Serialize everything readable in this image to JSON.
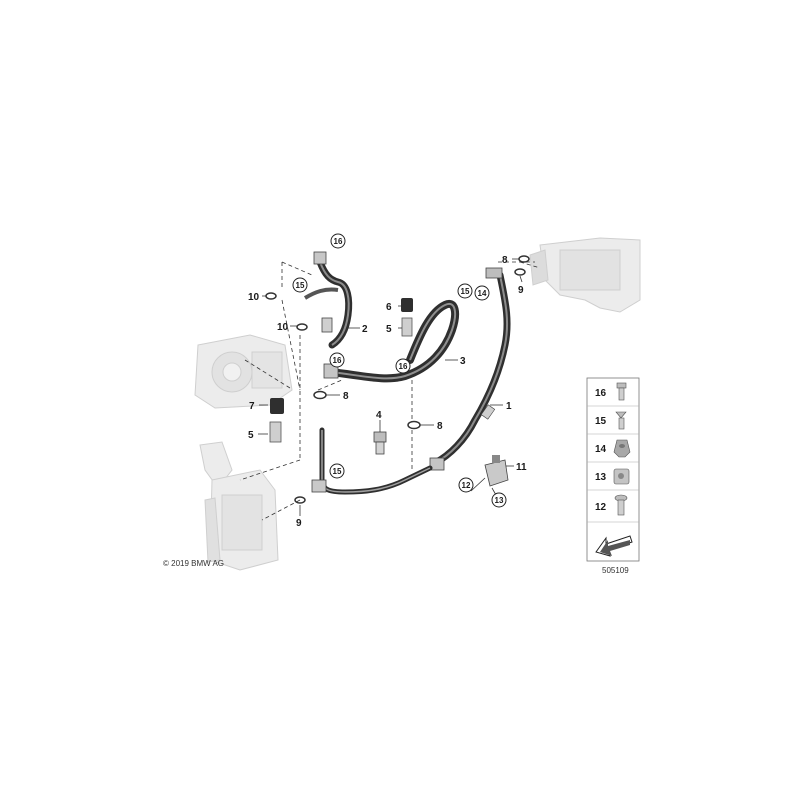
{
  "callouts": {
    "c1": "1",
    "c2": "2",
    "c3": "3",
    "c4": "4",
    "c5a": "5",
    "c5b": "5",
    "c6": "6",
    "c7": "7",
    "c8a": "8",
    "c8b": "8",
    "c8c": "8",
    "c9a": "9",
    "c9b": "9",
    "c10a": "10",
    "c10b": "10",
    "c11": "11",
    "c12": "12",
    "c13": "13",
    "c14": "14",
    "c15a": "15",
    "c15b": "15",
    "c15c": "15",
    "c16a": "16",
    "c16b": "16",
    "c16c": "16"
  },
  "legend": {
    "items": [
      "16",
      "15",
      "14",
      "13",
      "12"
    ]
  },
  "footer": {
    "copyright": "© 2019 BMW AG",
    "diagram_id": "505109"
  },
  "colors": {
    "hose": "#3a3a3a",
    "ghost": "#d6d6d6",
    "line": "#222222"
  }
}
